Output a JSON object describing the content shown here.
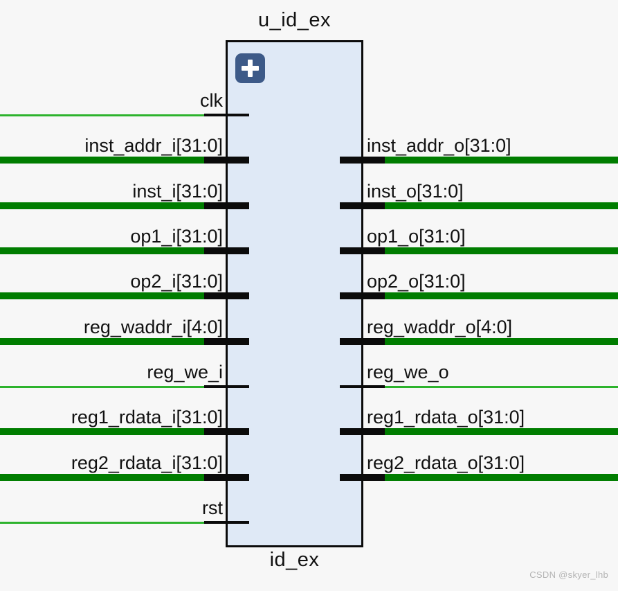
{
  "schematic": {
    "instance_name": "u_id_ex",
    "module_name": "id_ex",
    "expand_button": {
      "icon": "plus-icon"
    }
  },
  "ports": {
    "left": [
      {
        "label": "clk",
        "kind": "single"
      },
      {
        "label": "inst_addr_i[31:0]",
        "kind": "bus"
      },
      {
        "label": "inst_i[31:0]",
        "kind": "bus"
      },
      {
        "label": "op1_i[31:0]",
        "kind": "bus"
      },
      {
        "label": "op2_i[31:0]",
        "kind": "bus"
      },
      {
        "label": "reg_waddr_i[4:0]",
        "kind": "bus"
      },
      {
        "label": "reg_we_i",
        "kind": "single"
      },
      {
        "label": "reg1_rdata_i[31:0]",
        "kind": "bus"
      },
      {
        "label": "reg2_rdata_i[31:0]",
        "kind": "bus"
      },
      {
        "label": "rst",
        "kind": "single"
      }
    ],
    "right": [
      {
        "label": "inst_addr_o[31:0]",
        "kind": "bus"
      },
      {
        "label": "inst_o[31:0]",
        "kind": "bus"
      },
      {
        "label": "op1_o[31:0]",
        "kind": "bus"
      },
      {
        "label": "op2_o[31:0]",
        "kind": "bus"
      },
      {
        "label": "reg_waddr_o[4:0]",
        "kind": "bus"
      },
      {
        "label": "reg_we_o",
        "kind": "single"
      },
      {
        "label": "reg1_rdata_o[31:0]",
        "kind": "bus"
      },
      {
        "label": "reg2_rdata_o[31:0]",
        "kind": "bus"
      }
    ]
  },
  "colors": {
    "bus_wire": "#007d00",
    "single_bit_wire": "#2db32d",
    "block_fill": "#dfe9f6",
    "block_border": "#0b0b0b",
    "expand_button_bg": "#3d5a88",
    "canvas_bg": "#f7f7f7"
  },
  "watermark": {
    "text": "CSDN @skyer_lhb"
  }
}
